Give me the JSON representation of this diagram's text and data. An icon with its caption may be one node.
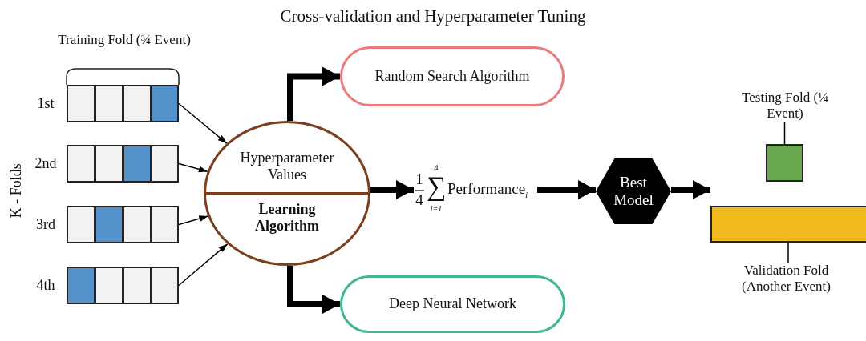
{
  "diagram": {
    "title": "Cross-validation and Hyperparameter Tuning",
    "nodes": [
      {
        "text": [],
        "shape": "bar",
        "beside": [
          "1st"
        ]
      },
      {
        "text": [],
        "shape": "bar",
        "beside": [
          "2nd"
        ]
      },
      {
        "text": [],
        "shape": "bar",
        "beside": [
          "3rd"
        ]
      },
      {
        "text": [],
        "shape": "bar",
        "beside": [
          "4th"
        ]
      },
      {
        "text": [
          "Hyperparameter Values",
          "Learning Algorithm"
        ]
      },
      {
        "text": [
          "Random Search Algorithm"
        ]
      },
      {
        "text": [
          "Deep Neural Network"
        ]
      },
      {
        "text": [
          "1",
          "4",
          "4",
          "∑",
          "i=1",
          "Performance$_{i}$"
        ]
      },
      {
        "text": [
          "Best Model"
        ]
      },
      {
        "text": [
          "Testing Fold (¼ Event)"
        ]
      },
      {
        "text": [],
        "shape": "box"
      },
      {
        "text": [],
        "shape": "bar"
      },
      {
        "text": [
          "Validation Fold (Another Event)"
        ]
      }
    ],
    "edges": [
      {
        "from": 0,
        "to": 4,
        "arrow": "to"
      },
      {
        "from": 1,
        "to": 4,
        "arrow": "to"
      },
      {
        "from": 2,
        "to": 4,
        "arrow": "to"
      },
      {
        "from": 3,
        "to": 4,
        "arrow": "to"
      },
      {
        "from": 4,
        "to": 5,
        "arrow": "to",
        "style": "thick"
      },
      {
        "from": 4,
        "to": 6,
        "arrow": "to",
        "style": "thick"
      },
      {
        "from": 4,
        "to": 7,
        "arrow": "to",
        "style": "thick"
      },
      {
        "from": 7,
        "to": 8,
        "arrow": "to",
        "style": "thick"
      },
      {
        "from": 8,
        "to": 11,
        "arrow": "to",
        "style": "thick"
      },
      {
        "from": 9,
        "to": 10,
        "arrow": "none"
      },
      {
        "from": 12,
        "to": 11,
        "arrow": "none"
      }
    ],
    "labels": [
      "Training Fold (¾ Event)",
      "K - Folds"
    ]
  }
}
